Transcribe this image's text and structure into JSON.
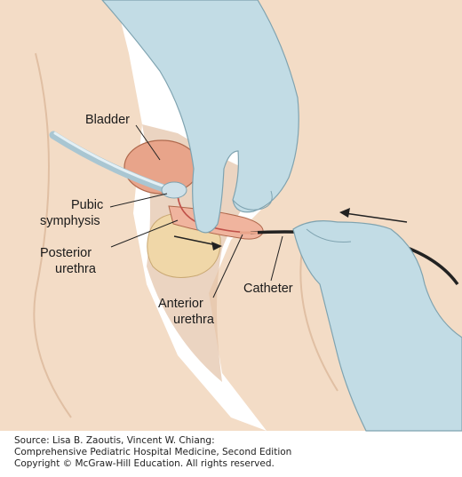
{
  "labels": {
    "bladder": "Bladder",
    "pubic_symphysis_line1": "Pubic",
    "pubic_symphysis_line2": "symphysis",
    "posterior_urethra_line1": "Posterior",
    "posterior_urethra_line2": "urethra",
    "anterior_urethra_line1": "Anterior",
    "anterior_urethra_line2": "urethra",
    "catheter": "Catheter"
  },
  "credit": {
    "line1": "Source: Lisa B. Zaoutis, Vincent W. Chiang:",
    "line2": "Comprehensive Pediatric Hospital Medicine, Second Edition",
    "line3": "Copyright © McGraw-Hill Education. All rights reserved."
  },
  "colors": {
    "skin": "#f3dcc6",
    "skin_shadow": "#e3c2a6",
    "glove": "#c2dce5",
    "glove_edge": "#7fa3b0",
    "bladder": "#e8a48a",
    "catheter": "#222222"
  }
}
